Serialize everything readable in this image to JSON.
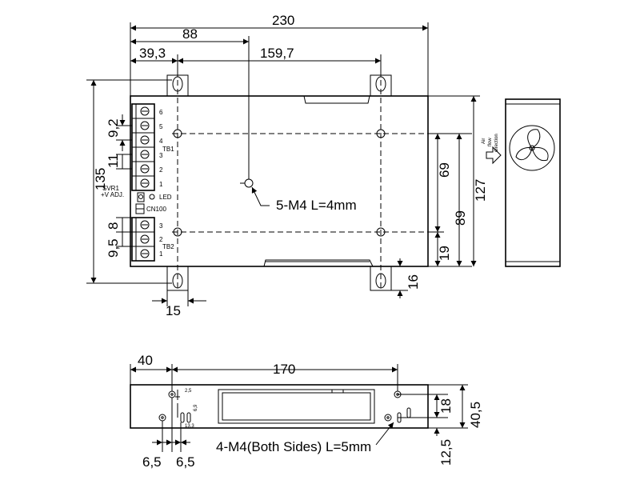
{
  "top_view": {
    "dims": {
      "overall_width": "230",
      "hole_offset": "88",
      "terminal_offset": "39,3",
      "hole_pitch_horizontal": "159,7",
      "overall_height": "135",
      "tb_pitch_a": "9,2",
      "tb_pitch_b": "11",
      "tb_pitch_c": "8",
      "tb_pitch_d": "9,5",
      "vertical_69": "69",
      "vertical_89": "89",
      "vertical_127": "127",
      "vertical_19": "19",
      "vertical_16": "16",
      "horizontal_15": "15"
    },
    "callout_mount": "5-M4 L=4mm",
    "tb1": {
      "label": "TB1",
      "pins": [
        "6",
        "5",
        "4",
        "3",
        "2",
        "1"
      ]
    },
    "tb2": {
      "label": "TB2",
      "pins": [
        "3",
        "2",
        "1"
      ]
    },
    "svr_label_1": "SVR1",
    "svr_label_2": "+V ADJ.",
    "led_label": "LED",
    "cn_label": "CN100"
  },
  "side_view": {
    "airflow_1": "Air",
    "airflow_2": "flow",
    "airflow_3": "direction"
  },
  "bottom_view": {
    "dims": {
      "left_offset": "40",
      "hole_pitch": "170",
      "height_40_5": "40,5",
      "height_18": "18",
      "height_12_5": "12,5",
      "pitch_6_5_a": "6,5",
      "pitch_6_5_b": "6,5",
      "small_2_5": "2,5",
      "small_6_9": "6,9",
      "small_13_3": "13,3"
    },
    "callout_mount": "4-M4(Both Sides) L=5mm"
  }
}
